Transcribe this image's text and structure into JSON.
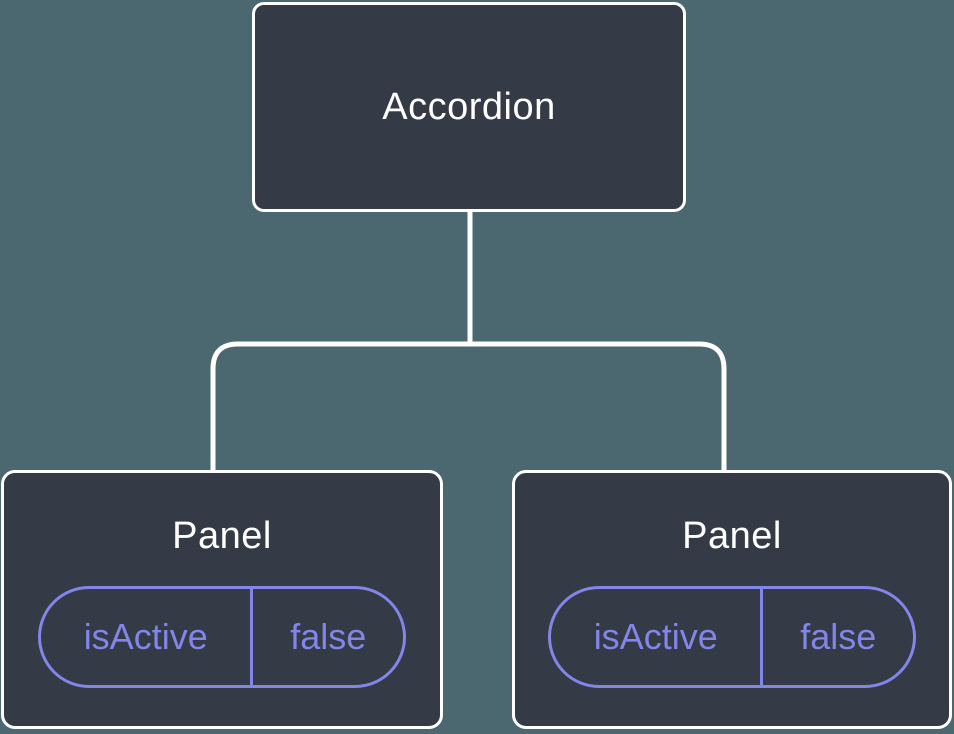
{
  "diagram": {
    "root": {
      "label": "Accordion"
    },
    "children": [
      {
        "label": "Panel",
        "prop": {
          "name": "isActive",
          "value": "false"
        }
      },
      {
        "label": "Panel",
        "prop": {
          "name": "isActive",
          "value": "false"
        }
      }
    ]
  },
  "colors": {
    "background": "#4b676f",
    "node_fill": "#343a46",
    "node_border": "#ffffff",
    "connector": "#ffffff",
    "prop_accent": "#8286e8"
  }
}
